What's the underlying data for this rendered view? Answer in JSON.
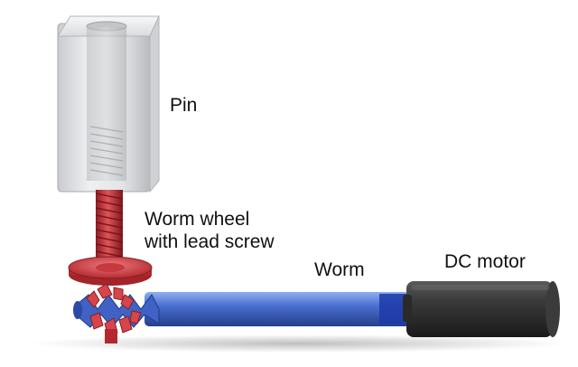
{
  "labels": {
    "pin": "Pin",
    "worm_wheel_line1": "Worm wheel",
    "worm_wheel_line2": "with lead screw",
    "worm": "Worm",
    "dc_motor": "DC motor"
  },
  "colors": {
    "background": "#ffffff",
    "pin_housing": "#e4e6e8",
    "lead_screw": "#c8333a",
    "worm_wheel": "#d94a4f",
    "worm_shaft": "#4a6fd0",
    "dc_motor": "#2c2c2c",
    "label_text": "#111111"
  }
}
